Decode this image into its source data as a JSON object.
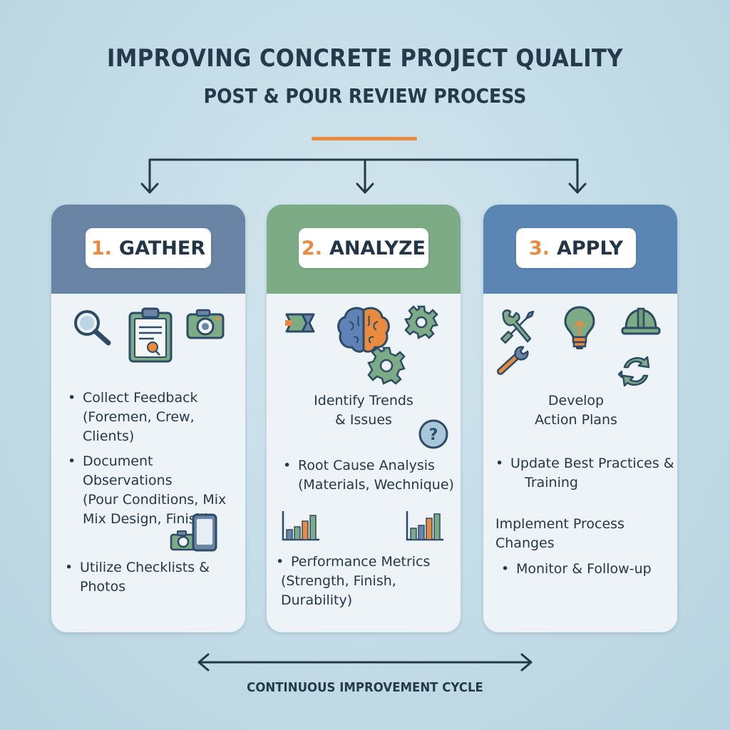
{
  "title": "IMPROVING CONCRETE PROJECT QUALITY",
  "subtitle": "POST & POUR REVIEW PROCESS",
  "colors": {
    "accent": "#e98a3e",
    "gather": "#6a84a6",
    "analyze": "#7cab85",
    "apply": "#5b86b3",
    "ink": "#263a4c"
  },
  "steps": [
    {
      "number": "1.",
      "label": "GATHER",
      "icons": [
        "magnifier-icon",
        "clipboard-icon",
        "camera-icon",
        "camera-icon",
        "tablet-icon"
      ],
      "items": [
        {
          "line1": "Collect Feedback",
          "line2": "(Foremen, Crew, Clients)"
        },
        {
          "line1": "Document Observations",
          "line2": "(Pour Conditions, Mix",
          "line3": "Mix Design, Finish)"
        },
        {
          "line1": "Utilize Checklists & Photos"
        }
      ]
    },
    {
      "number": "2.",
      "label": "ANALYZE",
      "icons": [
        "arrow-block-icon",
        "brain-icon",
        "gear-icon",
        "gear-icon",
        "question-icon",
        "bar-chart-icon",
        "bar-chart-icon"
      ],
      "items": [
        {
          "line1": "Identify Trends",
          "line2": "& Issues"
        },
        {
          "line1": "Root Cause Analysis",
          "line2": "(Materials, Wechnique)"
        },
        {
          "line1": "Performance Metrics",
          "line2": "(Strength, Finish, Durability)"
        }
      ]
    },
    {
      "number": "3.",
      "label": "APPLY",
      "icons": [
        "tools-icon",
        "lightbulb-icon",
        "hardhat-icon",
        "wrench-icon",
        "cycle-icon"
      ],
      "items": [
        {
          "line1": "Develop",
          "line2": "Action Plans"
        },
        {
          "line1": "Update Best Practices &",
          "line2": "Training"
        },
        {
          "line1": "Implement Process Changes"
        },
        {
          "line1": "Monitor & Follow-up"
        }
      ]
    }
  ],
  "footer": "CONTINUOUS IMPROVEMENT CYCLE"
}
